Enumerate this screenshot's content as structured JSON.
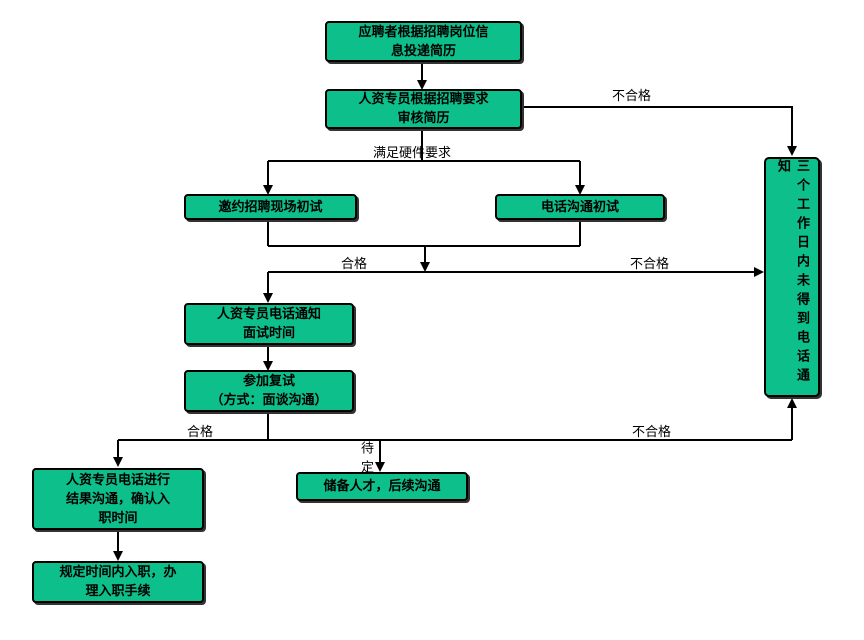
{
  "nodes": {
    "submit_resume": [
      "应聘者根据招聘岗位信",
      "息投递简历"
    ],
    "hr_review": [
      "人资专员根据招聘要求",
      "审核简历"
    ],
    "onsite_interview": "邀约招聘现场初试",
    "phone_interview": "电话沟通初试",
    "notify_interview": [
      "人资专员电话通知",
      "面试时间"
    ],
    "reexam": [
      "参加复试",
      "（方式：面谈沟通）"
    ],
    "result_confirm": [
      "人资专员电话进行",
      "结果沟通，确认入",
      "职时间"
    ],
    "reserve": "储备人才，后续沟通",
    "onboard": [
      "规定时间内入职，办",
      "理入职手续"
    ],
    "no_notice": "三个工作日内未得到电话通知"
  },
  "labels": {
    "meets_requirements": "满足硬件要求",
    "fail_1": "不合格",
    "pass_1": "合格",
    "fail_2": "不合格",
    "pass_2": "合格",
    "fail_3": "不合格",
    "pending": "待定"
  }
}
